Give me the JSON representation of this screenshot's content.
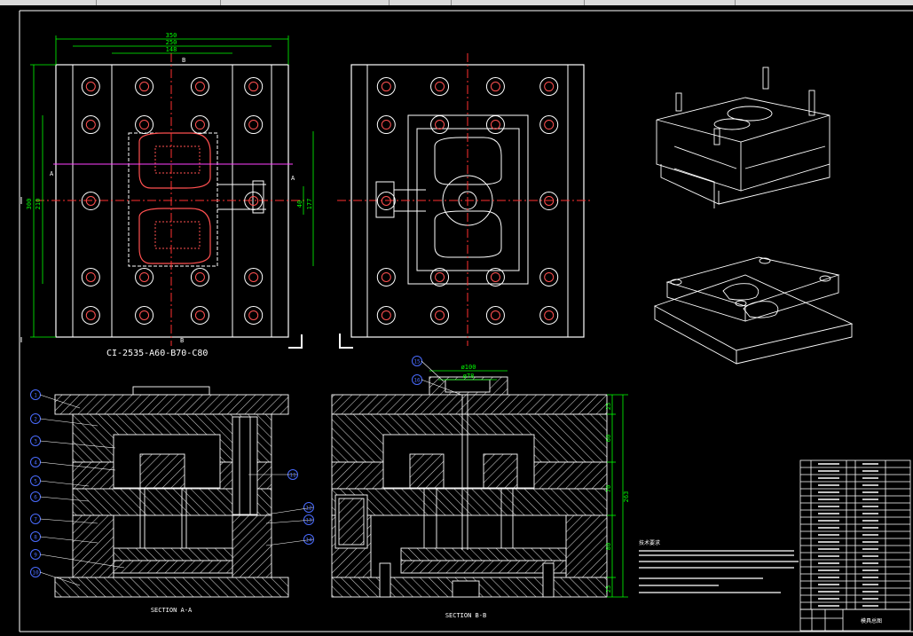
{
  "app": {
    "window": "AutoCAD drawing viewport"
  },
  "colors": {
    "background": "#000000",
    "lines": "#ffffff",
    "dimensions": "#00ff00",
    "centerlines": "#ff3030",
    "magenta": "#ff40ff",
    "cyan": "#00c8ff",
    "balloons": "#4a6cff",
    "components": "#ff5050"
  },
  "views": {
    "top_plan_label": "CI-2535-A60-B70-C80",
    "section_aa_label": "SECTION A-A",
    "section_bb_label": "SECTION B-B",
    "section_marker_b": "B",
    "section_marker_a": "A"
  },
  "dimensions": {
    "overall_width": "350",
    "inner_width": "250",
    "cavity_width": "148",
    "overall_height": "300",
    "inner_height": "210",
    "pitch_small": "40",
    "pitch_large": "177",
    "sprue_dia_outer": "ø100",
    "sprue_dia_inner": "ø78",
    "stack_total": "263",
    "stack_a": "25",
    "stack_b": "60",
    "stack_c": "70",
    "stack_d": "80",
    "stack_e": "25"
  },
  "balloons_aa": [
    "1",
    "2",
    "3",
    "4",
    "5",
    "6",
    "7",
    "8",
    "9",
    "10",
    "11",
    "12",
    "13",
    "14"
  ],
  "balloons_bb": [
    "15",
    "16"
  ],
  "notes": {
    "heading": "技术要求"
  },
  "title_block": {
    "name": "模具总图"
  }
}
